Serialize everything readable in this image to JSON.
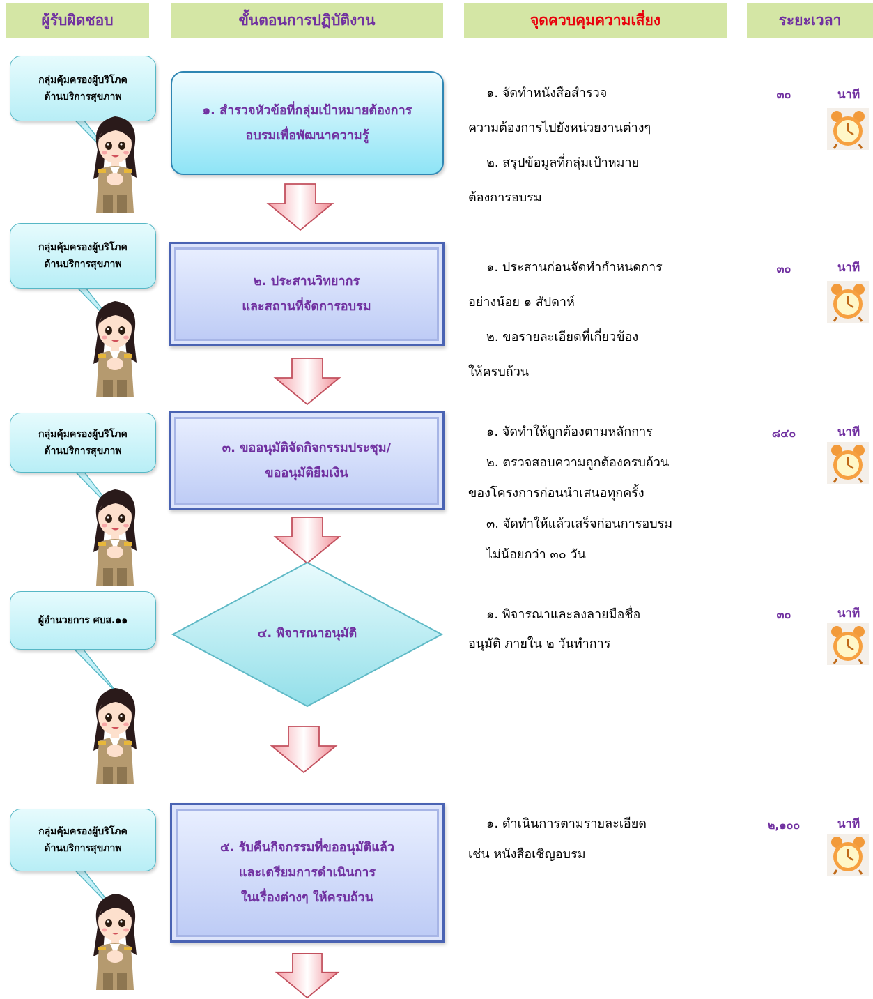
{
  "headers": {
    "responsible": "ผู้รับผิดชอบ",
    "process": "ขั้นตอนการปฏิบัติงาน",
    "risk": "จุดควบคุมความเสี่ยง",
    "time": "ระยะเวลา"
  },
  "rows": [
    {
      "responsible": [
        "กลุ่มคุ้มครองผู้บริโภค",
        "ด้านบริการสุขภาพ"
      ],
      "step": [
        "๑. สำรวจหัวข้อที่กลุ่มเป้าหมายต้องการ",
        "อบรมเพื่อพัฒนาความรู้"
      ],
      "risk": [
        "๑. จัดทำหนังสือสำรวจ",
        "ความต้องการไปยังหน่วยงานต่างๆ",
        "๒. สรุปข้อมูลที่กลุ่มเป้าหมาย",
        "ต้องการอบรม"
      ],
      "duration": "๓๐",
      "unit": "นาที"
    },
    {
      "responsible": [
        "กลุ่มคุ้มครองผู้บริโภค",
        "ด้านบริการสุขภาพ"
      ],
      "step": [
        "๒. ประสานวิทยากร",
        "และสถานที่จัดการอบรม"
      ],
      "risk": [
        "๑. ประสานก่อนจัดทำกำหนดการ",
        "อย่างน้อย ๑ สัปดาห์",
        "๒. ขอรายละเอียดที่เกี่ยวข้อง",
        "ให้ครบถ้วน"
      ],
      "duration": "๓๐",
      "unit": "นาที"
    },
    {
      "responsible": [
        "กลุ่มคุ้มครองผู้บริโภค",
        "ด้านบริการสุขภาพ"
      ],
      "step": [
        "๓. ขออนุมัติจัดกิจกรรมประชุม/",
        "ขออนุมัติยืมเงิน"
      ],
      "risk": [
        "๑. จัดทำให้ถูกต้องตามหลักการ",
        "๒. ตรวจสอบความถูกต้องครบถ้วน",
        "ของโครงการก่อนนำเสนอทุกครั้ง",
        "๓. จัดทำให้แล้วเสร็จก่อนการอบรม",
        "ไม่น้อยกว่า ๓๐ วัน"
      ],
      "duration": "๘๔๐",
      "unit": "นาที"
    },
    {
      "responsible": [
        "ผู้อำนวยการ ศบส.๑๑"
      ],
      "step": [
        "๔. พิจารณาอนุมัติ"
      ],
      "risk": [
        "๑. พิจารณาและลงลายมือชื่อ",
        "อนุมัติ ภายใน ๒ วันทำการ"
      ],
      "duration": "๓๐",
      "unit": "นาที"
    },
    {
      "responsible": [
        "กลุ่มคุ้มครองผู้บริโภค",
        "ด้านบริการสุขภาพ"
      ],
      "step": [
        "๕. รับคืนกิจกรรมที่ขออนุมัติแล้ว",
        "และเตรียมการดำเนินการ",
        "ในเรื่องต่างๆ ให้ครบถ้วน"
      ],
      "risk": [
        "๑. ดำเนินการตามรายละเอียด",
        "เช่น หนังสือเชิญอบรม"
      ],
      "duration": "๒,๑๐๐",
      "unit": "นาที"
    }
  ]
}
